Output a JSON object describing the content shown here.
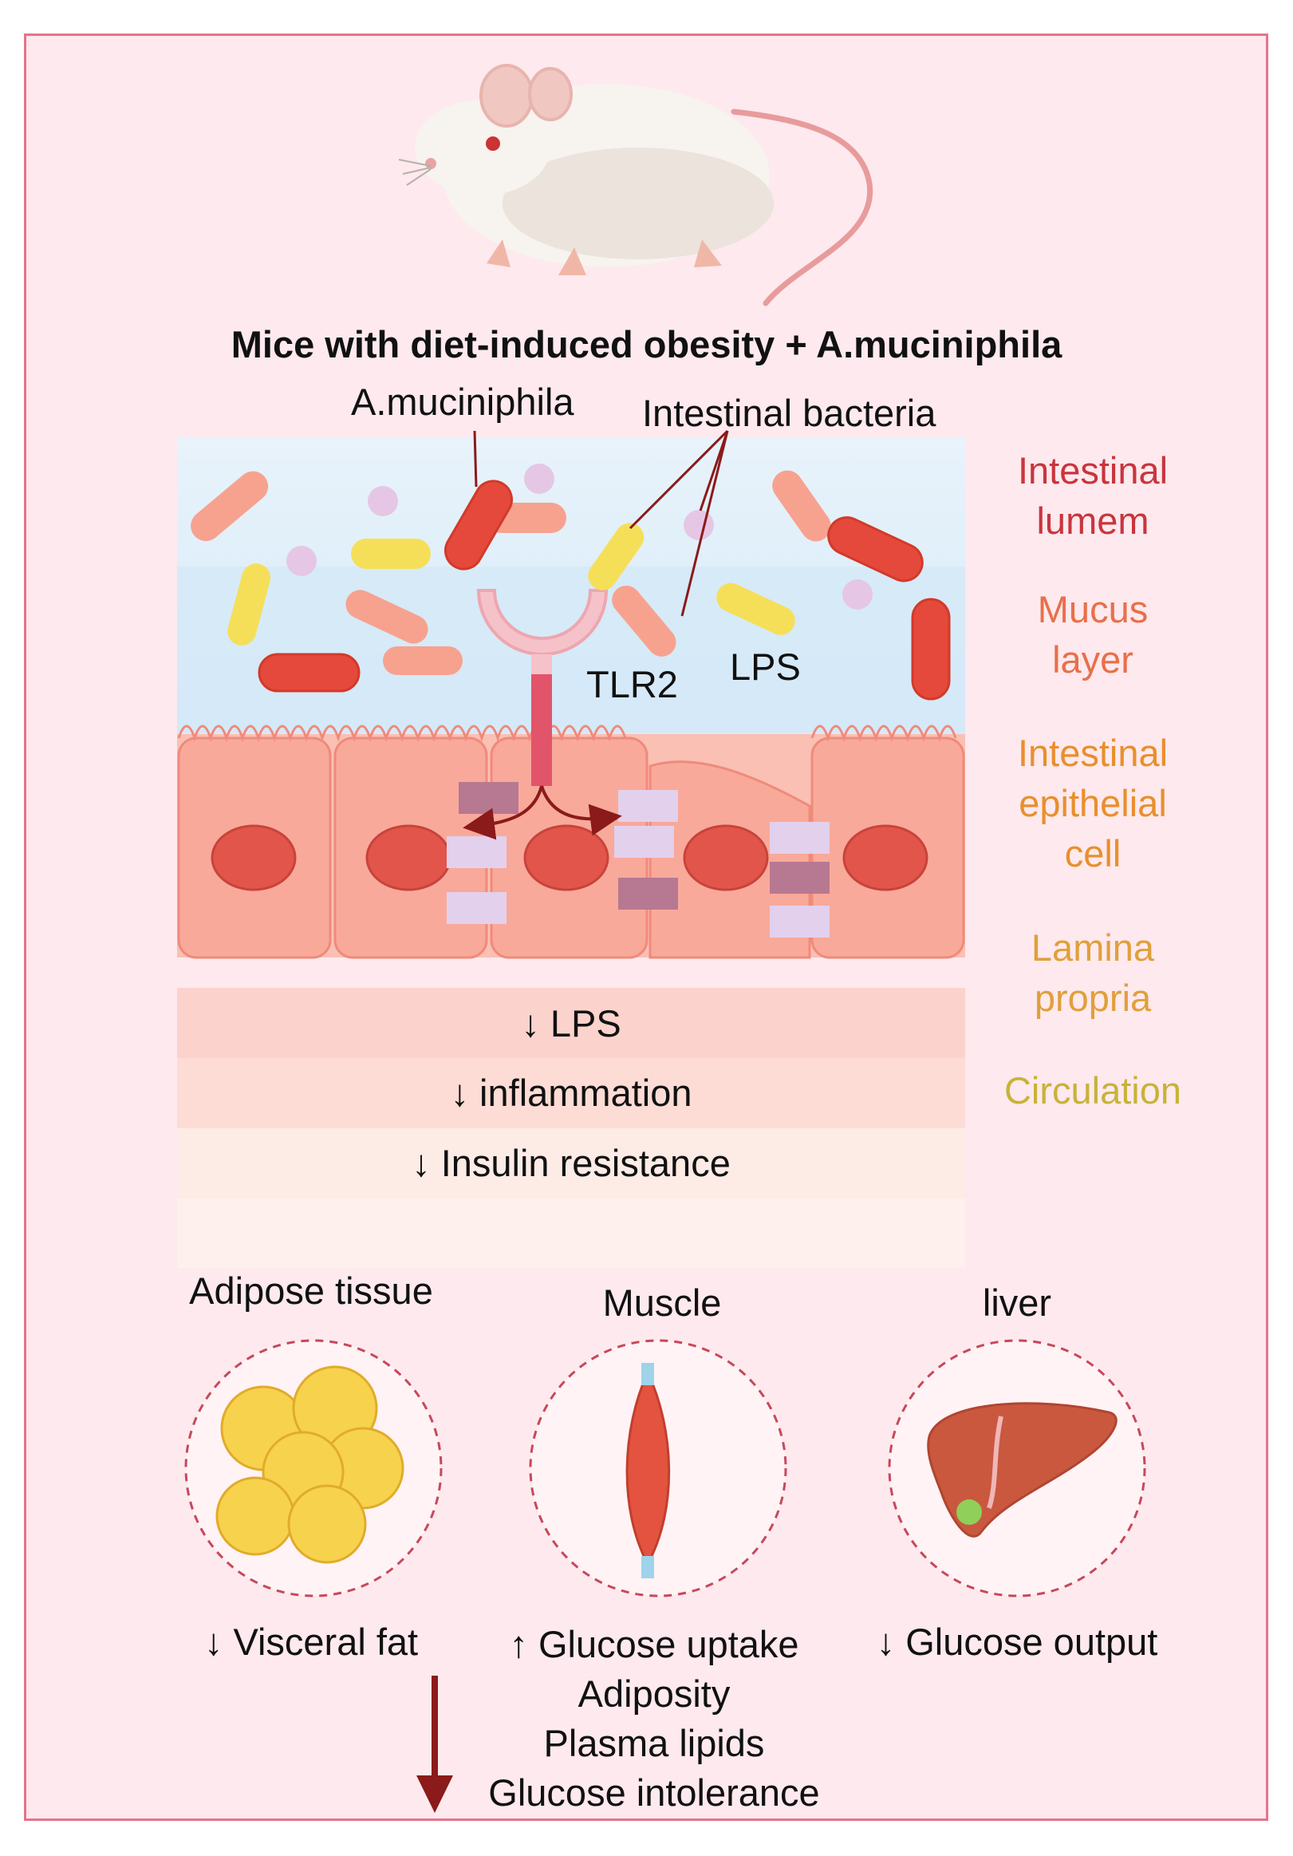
{
  "title": "Mice with diet-induced obesity + A.muciniphila",
  "labels": {
    "akkermansia": "A.muciniphila",
    "intestinal_bacteria": "Intestinal bacteria",
    "tlr2": "TLR2",
    "lps": "LPS"
  },
  "layers": {
    "lumen": [
      "Intestinal",
      "lumem"
    ],
    "mucus": [
      "Mucus",
      "layer"
    ],
    "epithelial": [
      "Intestinal",
      "epithelial",
      "cell"
    ],
    "lamina": [
      "Lamina",
      "propria"
    ],
    "circulation": "Circulation"
  },
  "systemic_effects": {
    "lps": "↓ LPS",
    "inflammation": "↓ inflammation",
    "insulin": "↓ Insulin resistance"
  },
  "organs": {
    "adipose": "Adipose tissue",
    "muscle": "Muscle",
    "liver": "liver"
  },
  "organ_effects": {
    "visceral_fat": "↓ Visceral fat",
    "glucose_uptake": "↑ Glucose uptake",
    "adiposity": "Adiposity",
    "plasma_lipids": "Plasma lipids",
    "glucose_intolerance": "Glucose intolerance",
    "glucose_output": "↓ Glucose output"
  },
  "colors": {
    "frame_border": "#e6738c",
    "background": "#fde9ee",
    "lumen_text": "#c9353d",
    "mucus_text": "#e8704a",
    "epithelial_text": "#e98f2c",
    "lamina_text": "#e0a03a",
    "circulation_text": "#c7b338",
    "arrow": "#8b1a1a"
  }
}
